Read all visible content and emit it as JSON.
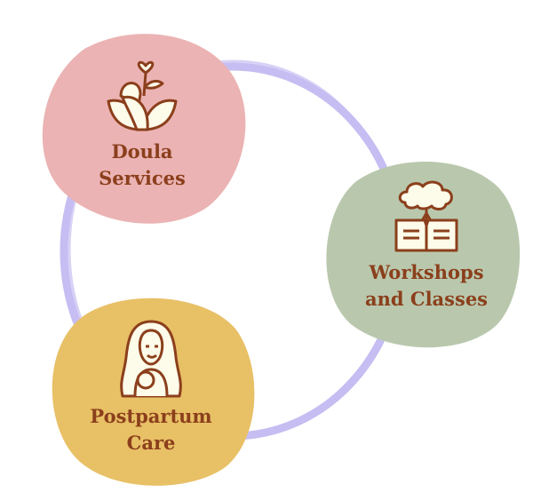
{
  "colors": {
    "ring": "#c6bdf2",
    "doula": "#ebb3b3",
    "workshops": "#b9c8ad",
    "postpartum": "#e8c066",
    "text": "#8b3f1c",
    "icon_fill": "#fdfbe9"
  },
  "nodes": [
    {
      "line1": "Doula",
      "line2": "Services",
      "icon": "flower-heart-icon"
    },
    {
      "line1": "Workshops",
      "line2": "and Classes",
      "icon": "book-tree-icon"
    },
    {
      "line1": "Postpartum",
      "line2": "Care",
      "icon": "mother-baby-icon"
    }
  ]
}
